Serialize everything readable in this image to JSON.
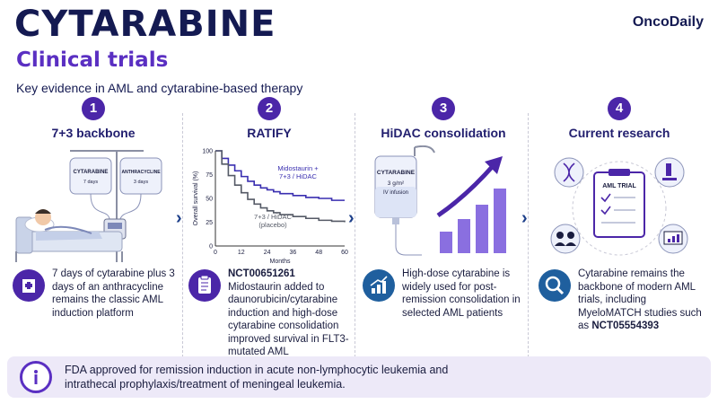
{
  "header": {
    "title": "CYTARABINE",
    "subtitle": "Clinical trials",
    "brand": "OncoDaily",
    "tagline": "Key evidence in AML and cytarabine-based therapy"
  },
  "columns": [
    {
      "number": "1",
      "title": "7+3 backbone",
      "bag1_label": "CYTARABINE",
      "bag1_days": "7 days",
      "bag2_label": "ANTHRACYCLINE",
      "bag2_days": "3 days",
      "icon": "hospital-icon",
      "description": "7 days of cytarabine plus 3 days of an anthracycline remains the classic AML induction platform"
    },
    {
      "number": "2",
      "title": "RATIFY",
      "icon": "clipboard-icon",
      "trial_id": "NCT00651261",
      "description": "Midostaurin added to daunorubicin/cytarabine induction and high-dose cytarabine consolidation improved survival in FLT3-mutated AML"
    },
    {
      "number": "3",
      "title": "HiDAC consolidation",
      "bag_label": "CYTARABINE",
      "bag_dose": "3 g/m²",
      "bag_route": "IV infusion",
      "icon": "growth-chart-icon",
      "description": "High-dose cytarabine is widely used for post-remission consolidation in selected AML patients"
    },
    {
      "number": "4",
      "title": "Current research",
      "clipboard_label": "AML TRIAL",
      "icon": "magnifier-icon",
      "description_pre": "Cytarabine remains the backbone of modern AML trials, including MyeloMATCH studies such as",
      "trial_id": "NCT05554393"
    }
  ],
  "chart_data": {
    "type": "line",
    "ylabel": "Overall survival (%)",
    "xlabel": "Months",
    "x_ticks": [
      0,
      12,
      24,
      36,
      48,
      60
    ],
    "y_ticks": [
      0,
      25,
      50,
      75,
      100
    ],
    "xlim": [
      0,
      60
    ],
    "ylim": [
      0,
      100
    ],
    "series": [
      {
        "name": "Midostaurin + 7+3 / HiDAC",
        "color": "#3a2fb0",
        "x": [
          0,
          3,
          6,
          9,
          12,
          15,
          18,
          21,
          24,
          27,
          30,
          36,
          42,
          48,
          54,
          60
        ],
        "y": [
          100,
          92,
          85,
          79,
          73,
          68,
          64,
          61,
          59,
          57,
          55,
          53,
          51,
          50,
          48,
          48
        ]
      },
      {
        "name": "7+3 / HiDAC (placebo)",
        "color": "#555a66",
        "x": [
          0,
          3,
          6,
          9,
          12,
          15,
          18,
          21,
          24,
          27,
          30,
          36,
          42,
          48,
          54,
          60
        ],
        "y": [
          100,
          86,
          74,
          64,
          56,
          49,
          44,
          40,
          37,
          35,
          33,
          31,
          29,
          27,
          26,
          25
        ]
      }
    ]
  },
  "footer": {
    "text_line1": "FDA approved for remission induction in acute non-lymphocytic leukemia and",
    "text_line2": "intrathecal prophylaxis/treatment of meningeal leukemia."
  },
  "colors": {
    "navy": "#141a52",
    "purple": "#5a2fc2",
    "badge": "#4b26a8",
    "info_bg": "#ede9f8"
  }
}
